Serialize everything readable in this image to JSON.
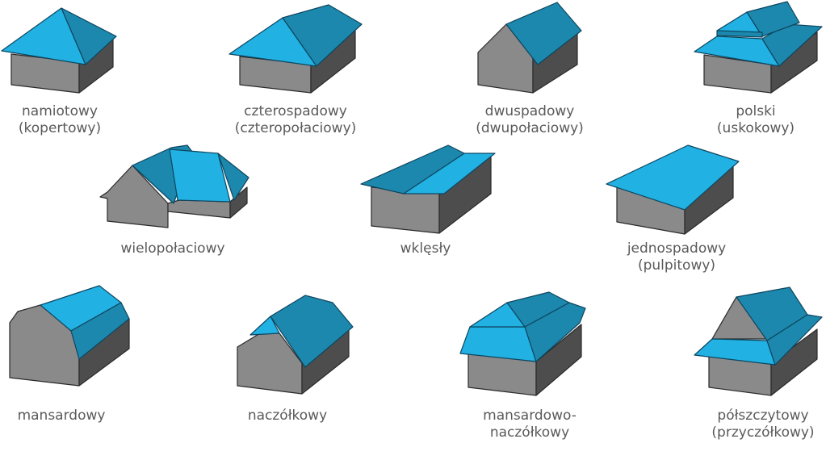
{
  "colors": {
    "roof_light": "#21b1e3",
    "roof_dark": "#1d88ad",
    "wall_front": "#8a8a8a",
    "wall_side": "#4d4d4d",
    "label": "#5a5a5a"
  },
  "roofs": [
    {
      "id": "namiotowy",
      "line1": "namiotowy",
      "line2": "(kopertowy)"
    },
    {
      "id": "czterospadowy",
      "line1": "czterospadowy",
      "line2": "(czteropołaciowy)"
    },
    {
      "id": "dwuspadowy",
      "line1": "dwuspadowy",
      "line2": "(dwupołaciowy)"
    },
    {
      "id": "polski",
      "line1": "polski",
      "line2": "(uskokowy)"
    },
    {
      "id": "wielopolaciowy",
      "line1": "wielopołaciowy",
      "line2": ""
    },
    {
      "id": "wklesly",
      "line1": "wklęsły",
      "line2": ""
    },
    {
      "id": "jednospadowy",
      "line1": "jednospadowy",
      "line2": "(pulpitowy)"
    },
    {
      "id": "mansardowy",
      "line1": "mansardowy",
      "line2": ""
    },
    {
      "id": "naczolkowy",
      "line1": "naczółkowy",
      "line2": ""
    },
    {
      "id": "mansardowo-naczolkowy",
      "line1": "mansardowo-",
      "line2": "naczółkowy"
    },
    {
      "id": "polszczytowy",
      "line1": "półszczytowy",
      "line2": "(przyczółkowy)"
    }
  ]
}
